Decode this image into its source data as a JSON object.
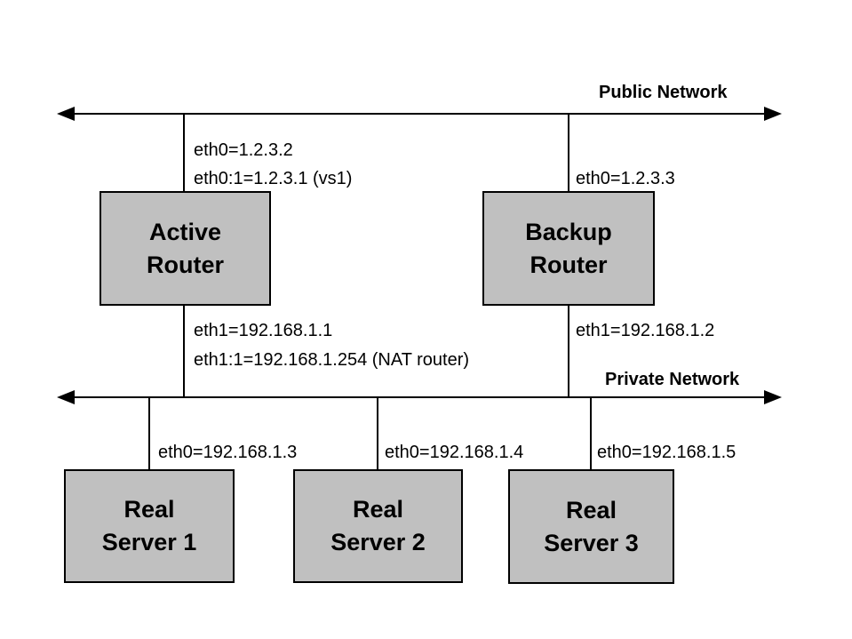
{
  "colors": {
    "background": "#ffffff",
    "box_fill": "#c0c0c0",
    "box_border": "#000000",
    "line": "#000000",
    "text": "#000000"
  },
  "buses": {
    "public": {
      "label": "Public Network"
    },
    "private": {
      "label": "Private Network"
    }
  },
  "nodes": {
    "active_router": {
      "name_line1": "Active",
      "name_line2": "Router",
      "public_iface": "eth0=1.2.3.2",
      "public_alias": "eth0:1=1.2.3.1 (vs1)",
      "private_iface": "eth1=192.168.1.1",
      "private_alias": "eth1:1=192.168.1.254 (NAT router)"
    },
    "backup_router": {
      "name_line1": "Backup",
      "name_line2": "Router",
      "public_iface": "eth0=1.2.3.3",
      "private_iface": "eth1=192.168.1.2"
    },
    "real_server_1": {
      "name_line1": "Real",
      "name_line2": "Server 1",
      "iface": "eth0=192.168.1.3"
    },
    "real_server_2": {
      "name_line1": "Real",
      "name_line2": "Server 2",
      "iface": "eth0=192.168.1.4"
    },
    "real_server_3": {
      "name_line1": "Real",
      "name_line2": "Server 3",
      "iface": "eth0=192.168.1.5"
    }
  }
}
